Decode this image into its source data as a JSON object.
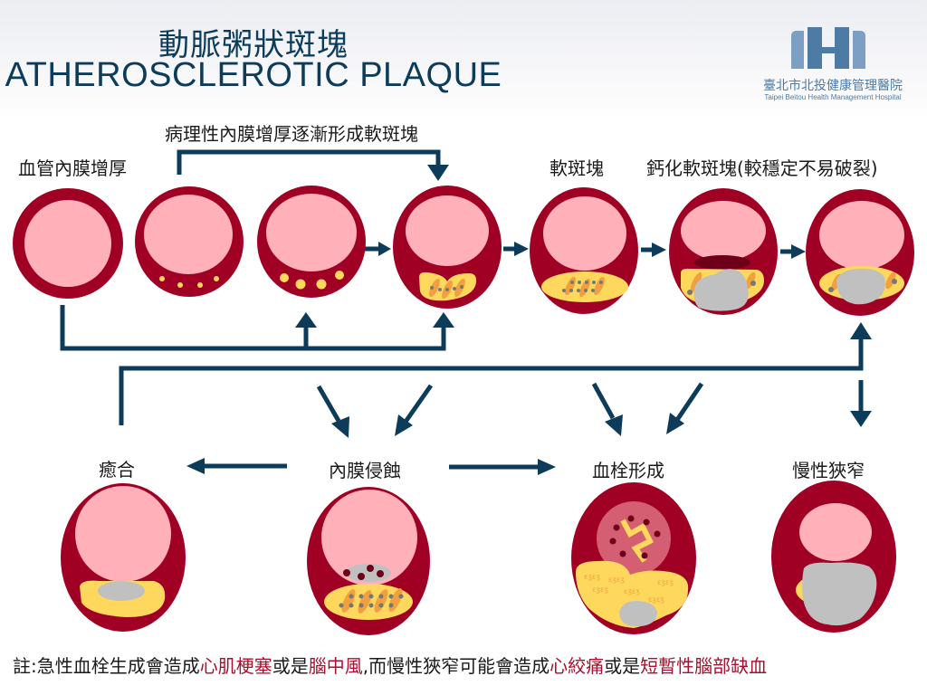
{
  "title": {
    "zh": "動脈粥狀斑塊",
    "en": "ATHEROSCLEROTIC PLAQUE"
  },
  "logo": {
    "zh": "臺北市北投健康管理醫院",
    "en": "Taipei Beitou Health Management Hospital",
    "icon": "hospital-logo-icon"
  },
  "labels": {
    "intima_thickening": "血管內膜增厚",
    "pathological_thickening": "病理性內膜增厚逐漸形成軟斑塊",
    "soft_plaque": "軟斑塊",
    "calcified_plaque": "鈣化軟斑塊(較穩定不易破裂)",
    "healing": "癒合",
    "erosion": "內膜侵蝕",
    "thrombosis": "血栓形成",
    "chronic_stenosis": "慢性狹窄"
  },
  "stages_top": [
    "normal-artery",
    "early-intimal-thickening",
    "lipid-pool",
    "soft-plaque-early",
    "soft-plaque",
    "calcified-soft-plaque-rupture",
    "calcified-soft-plaque"
  ],
  "stages_bottom": [
    "healed-plaque",
    "eroded-plaque",
    "thrombosed-plaque",
    "stenosed-artery"
  ],
  "note": {
    "prefix": "註:急性血栓生成會造成",
    "h1": "心肌梗塞",
    "m1": "或是",
    "h2": "腦中風",
    "m2": ",而慢性狹窄可能會造成",
    "h3": "心絞痛",
    "m3": "或是",
    "h4": "短暫性腦部缺血"
  },
  "colors": {
    "wall": "#a00024",
    "lumen": "#ffb0b8",
    "lipid": "#fdd85d",
    "foam": "#f0a040",
    "calcium": "#c0c0c0",
    "arrow": "#0d3c5a",
    "highlight": "#a8102e"
  }
}
